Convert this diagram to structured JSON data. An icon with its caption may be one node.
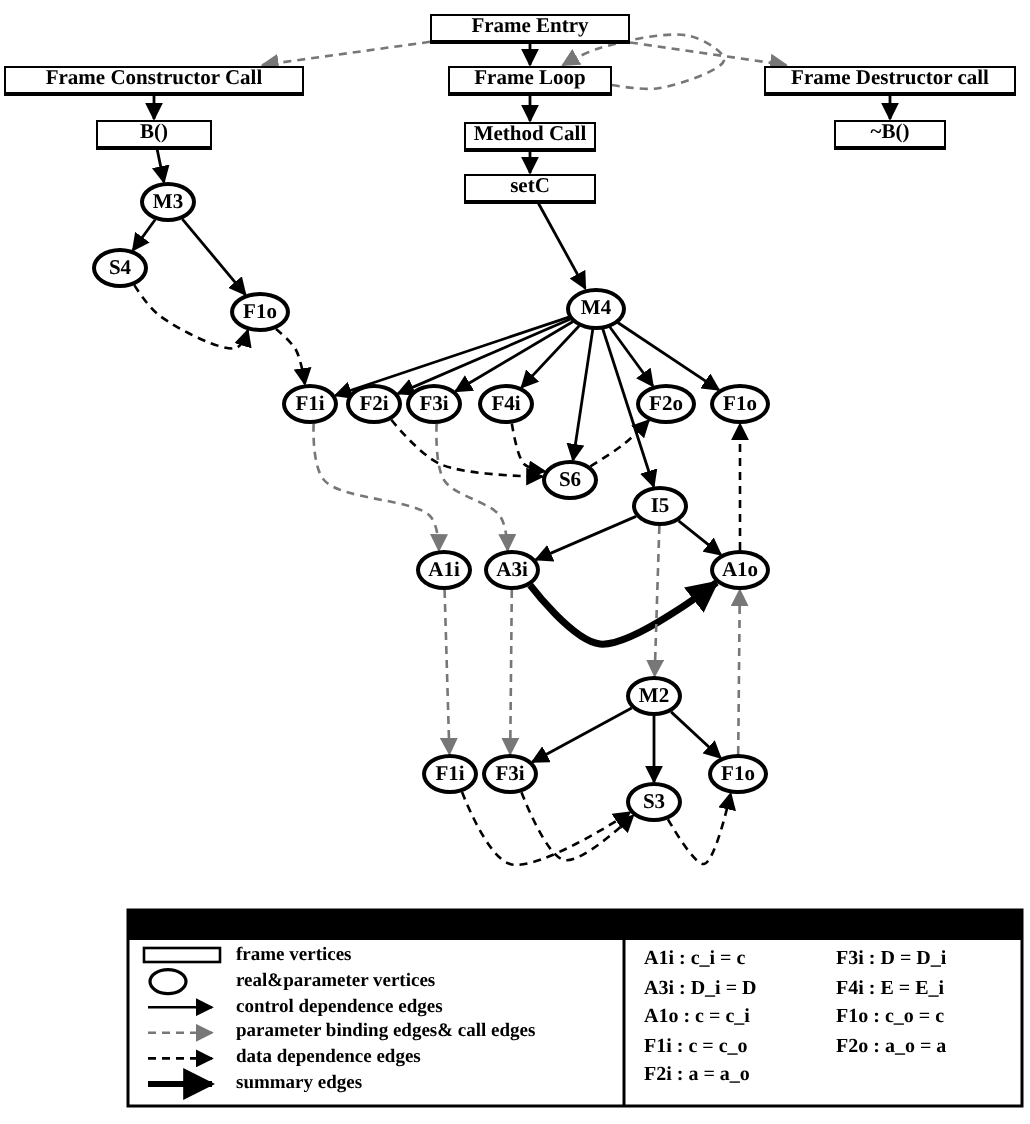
{
  "diagram": {
    "nodes": [
      {
        "text": [
          "Frame Entry"
        ]
      },
      {
        "text": [
          "Frame Constructor Call"
        ]
      },
      {
        "text": [
          "Frame Loop"
        ]
      },
      {
        "text": [
          "Frame Destructor call"
        ]
      },
      {
        "text": [
          "B()"
        ]
      },
      {
        "text": [
          "Method Call"
        ]
      },
      {
        "text": [
          "~B()"
        ]
      },
      {
        "text": [
          "setC"
        ]
      },
      {
        "text": [
          "M3"
        ]
      },
      {
        "text": [
          "S4"
        ]
      },
      {
        "text": [
          "F1o"
        ]
      },
      {
        "text": [
          "M4"
        ]
      },
      {
        "text": [
          "F1i"
        ]
      },
      {
        "text": [
          "F2i"
        ]
      },
      {
        "text": [
          "F3i"
        ]
      },
      {
        "text": [
          "F4i"
        ]
      },
      {
        "text": [
          "F2o"
        ]
      },
      {
        "text": [
          "F1o"
        ]
      },
      {
        "text": [
          "S6"
        ]
      },
      {
        "text": [
          "I5"
        ]
      },
      {
        "text": [
          "A1i"
        ]
      },
      {
        "text": [
          "A3i"
        ]
      },
      {
        "text": [
          "A1o"
        ]
      },
      {
        "text": [
          "M2"
        ]
      },
      {
        "text": [
          "F1i"
        ]
      },
      {
        "text": [
          "F3i"
        ]
      },
      {
        "text": [
          "S3"
        ]
      },
      {
        "text": [
          "F1o"
        ]
      }
    ],
    "edges": [
      {
        "from": 0,
        "to": 1,
        "arrow": "to",
        "style": "dashed",
        "color": "#777777"
      },
      {
        "from": 0,
        "to": 2,
        "arrow": "to"
      },
      {
        "from": 0,
        "to": 3,
        "arrow": "to",
        "style": "dashed",
        "color": "#777777"
      },
      {
        "from": 2,
        "to": 2,
        "arrow": "to",
        "style": "dashed",
        "color": "#777777"
      },
      {
        "from": 1,
        "to": 4,
        "arrow": "to"
      },
      {
        "from": 2,
        "to": 5,
        "arrow": "to"
      },
      {
        "from": 3,
        "to": 6,
        "arrow": "to"
      },
      {
        "from": 5,
        "to": 7,
        "arrow": "to"
      },
      {
        "from": 4,
        "to": 8,
        "arrow": "to"
      },
      {
        "from": 7,
        "to": 11,
        "arrow": "to"
      },
      {
        "from": 8,
        "to": 9,
        "arrow": "to"
      },
      {
        "from": 8,
        "to": 10,
        "arrow": "to"
      },
      {
        "from": 9,
        "to": 10,
        "arrow": "to",
        "style": "dashed"
      },
      {
        "from": 10,
        "to": 12,
        "arrow": "to",
        "style": "dashed"
      },
      {
        "from": 11,
        "to": 12,
        "arrow": "to"
      },
      {
        "from": 11,
        "to": 13,
        "arrow": "to"
      },
      {
        "from": 11,
        "to": 14,
        "arrow": "to"
      },
      {
        "from": 11,
        "to": 15,
        "arrow": "to"
      },
      {
        "from": 11,
        "to": 16,
        "arrow": "to"
      },
      {
        "from": 11,
        "to": 17,
        "arrow": "to"
      },
      {
        "from": 11,
        "to": 18,
        "arrow": "to"
      },
      {
        "from": 11,
        "to": 19,
        "arrow": "to"
      },
      {
        "from": 13,
        "to": 18,
        "arrow": "to",
        "style": "dashed"
      },
      {
        "from": 15,
        "to": 18,
        "arrow": "to",
        "style": "dashed"
      },
      {
        "from": 18,
        "to": 16,
        "arrow": "to",
        "style": "dashed"
      },
      {
        "from": 12,
        "to": 20,
        "arrow": "to",
        "style": "dashed",
        "color": "#777777"
      },
      {
        "from": 14,
        "to": 21,
        "arrow": "to",
        "style": "dashed",
        "color": "#777777"
      },
      {
        "from": 19,
        "to": 21,
        "arrow": "to"
      },
      {
        "from": 19,
        "to": 22,
        "arrow": "to"
      },
      {
        "from": 22,
        "to": 17,
        "arrow": "to",
        "style": "dashed"
      },
      {
        "from": 21,
        "to": 22,
        "arrow": "to",
        "style": "thick"
      },
      {
        "from": 19,
        "to": 23,
        "arrow": "to",
        "style": "dashed",
        "color": "#777777"
      },
      {
        "from": 20,
        "to": 24,
        "arrow": "to",
        "style": "dashed",
        "color": "#777777"
      },
      {
        "from": 21,
        "to": 25,
        "arrow": "to",
        "style": "dashed",
        "color": "#777777"
      },
      {
        "from": 27,
        "to": 22,
        "arrow": "to",
        "style": "dashed",
        "color": "#777777"
      },
      {
        "from": 23,
        "to": 25,
        "arrow": "to"
      },
      {
        "from": 23,
        "to": 26,
        "arrow": "to"
      },
      {
        "from": 23,
        "to": 27,
        "arrow": "to"
      },
      {
        "from": 24,
        "to": 26,
        "arrow": "to",
        "style": "dashed"
      },
      {
        "from": 25,
        "to": 26,
        "arrow": "to",
        "style": "dashed"
      },
      {
        "from": 26,
        "to": 27,
        "arrow": "to",
        "style": "dashed"
      }
    ],
    "labels": [
      "A1i : c_i = c",
      "F3i : D = D_i",
      "A3i : D_i = D",
      "F4i : E = E_i",
      "A1o : c = c_i",
      "F1o : c_o = c",
      "F1i : c = c_o",
      "F2o : a_o = a",
      "F2i : a = a_o"
    ],
    "legend": [
      {
        "text": "frame vertices"
      },
      {
        "text": "real&parameter vertices"
      },
      {
        "text": "control  dependence edges"
      },
      {
        "text": "parameter binding edges& call edges"
      },
      {
        "text": "data dependence edges"
      },
      {
        "text": "summary edges"
      }
    ]
  }
}
